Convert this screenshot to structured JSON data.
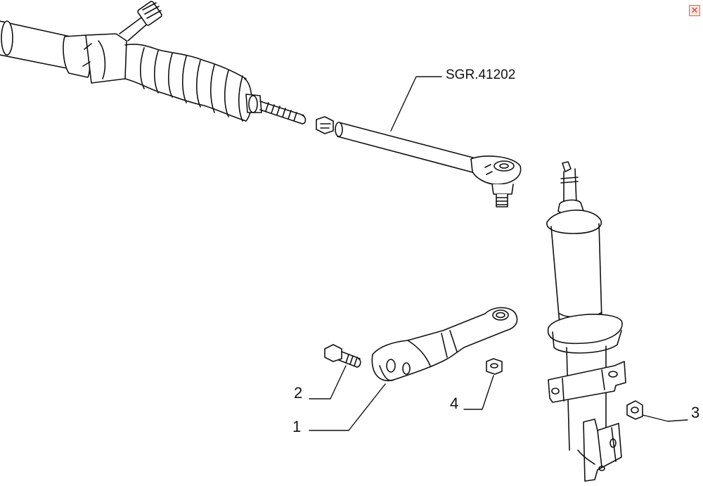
{
  "close_button": {
    "icon": "close-icon",
    "glyph": "✕",
    "color": "#d2412a"
  },
  "labels": {
    "part_number": "SGR.41202",
    "callout_1": "1",
    "callout_2": "2",
    "callout_3": "3",
    "callout_4": "4"
  },
  "colors": {
    "line": "#111111",
    "background": "#ffffff"
  }
}
